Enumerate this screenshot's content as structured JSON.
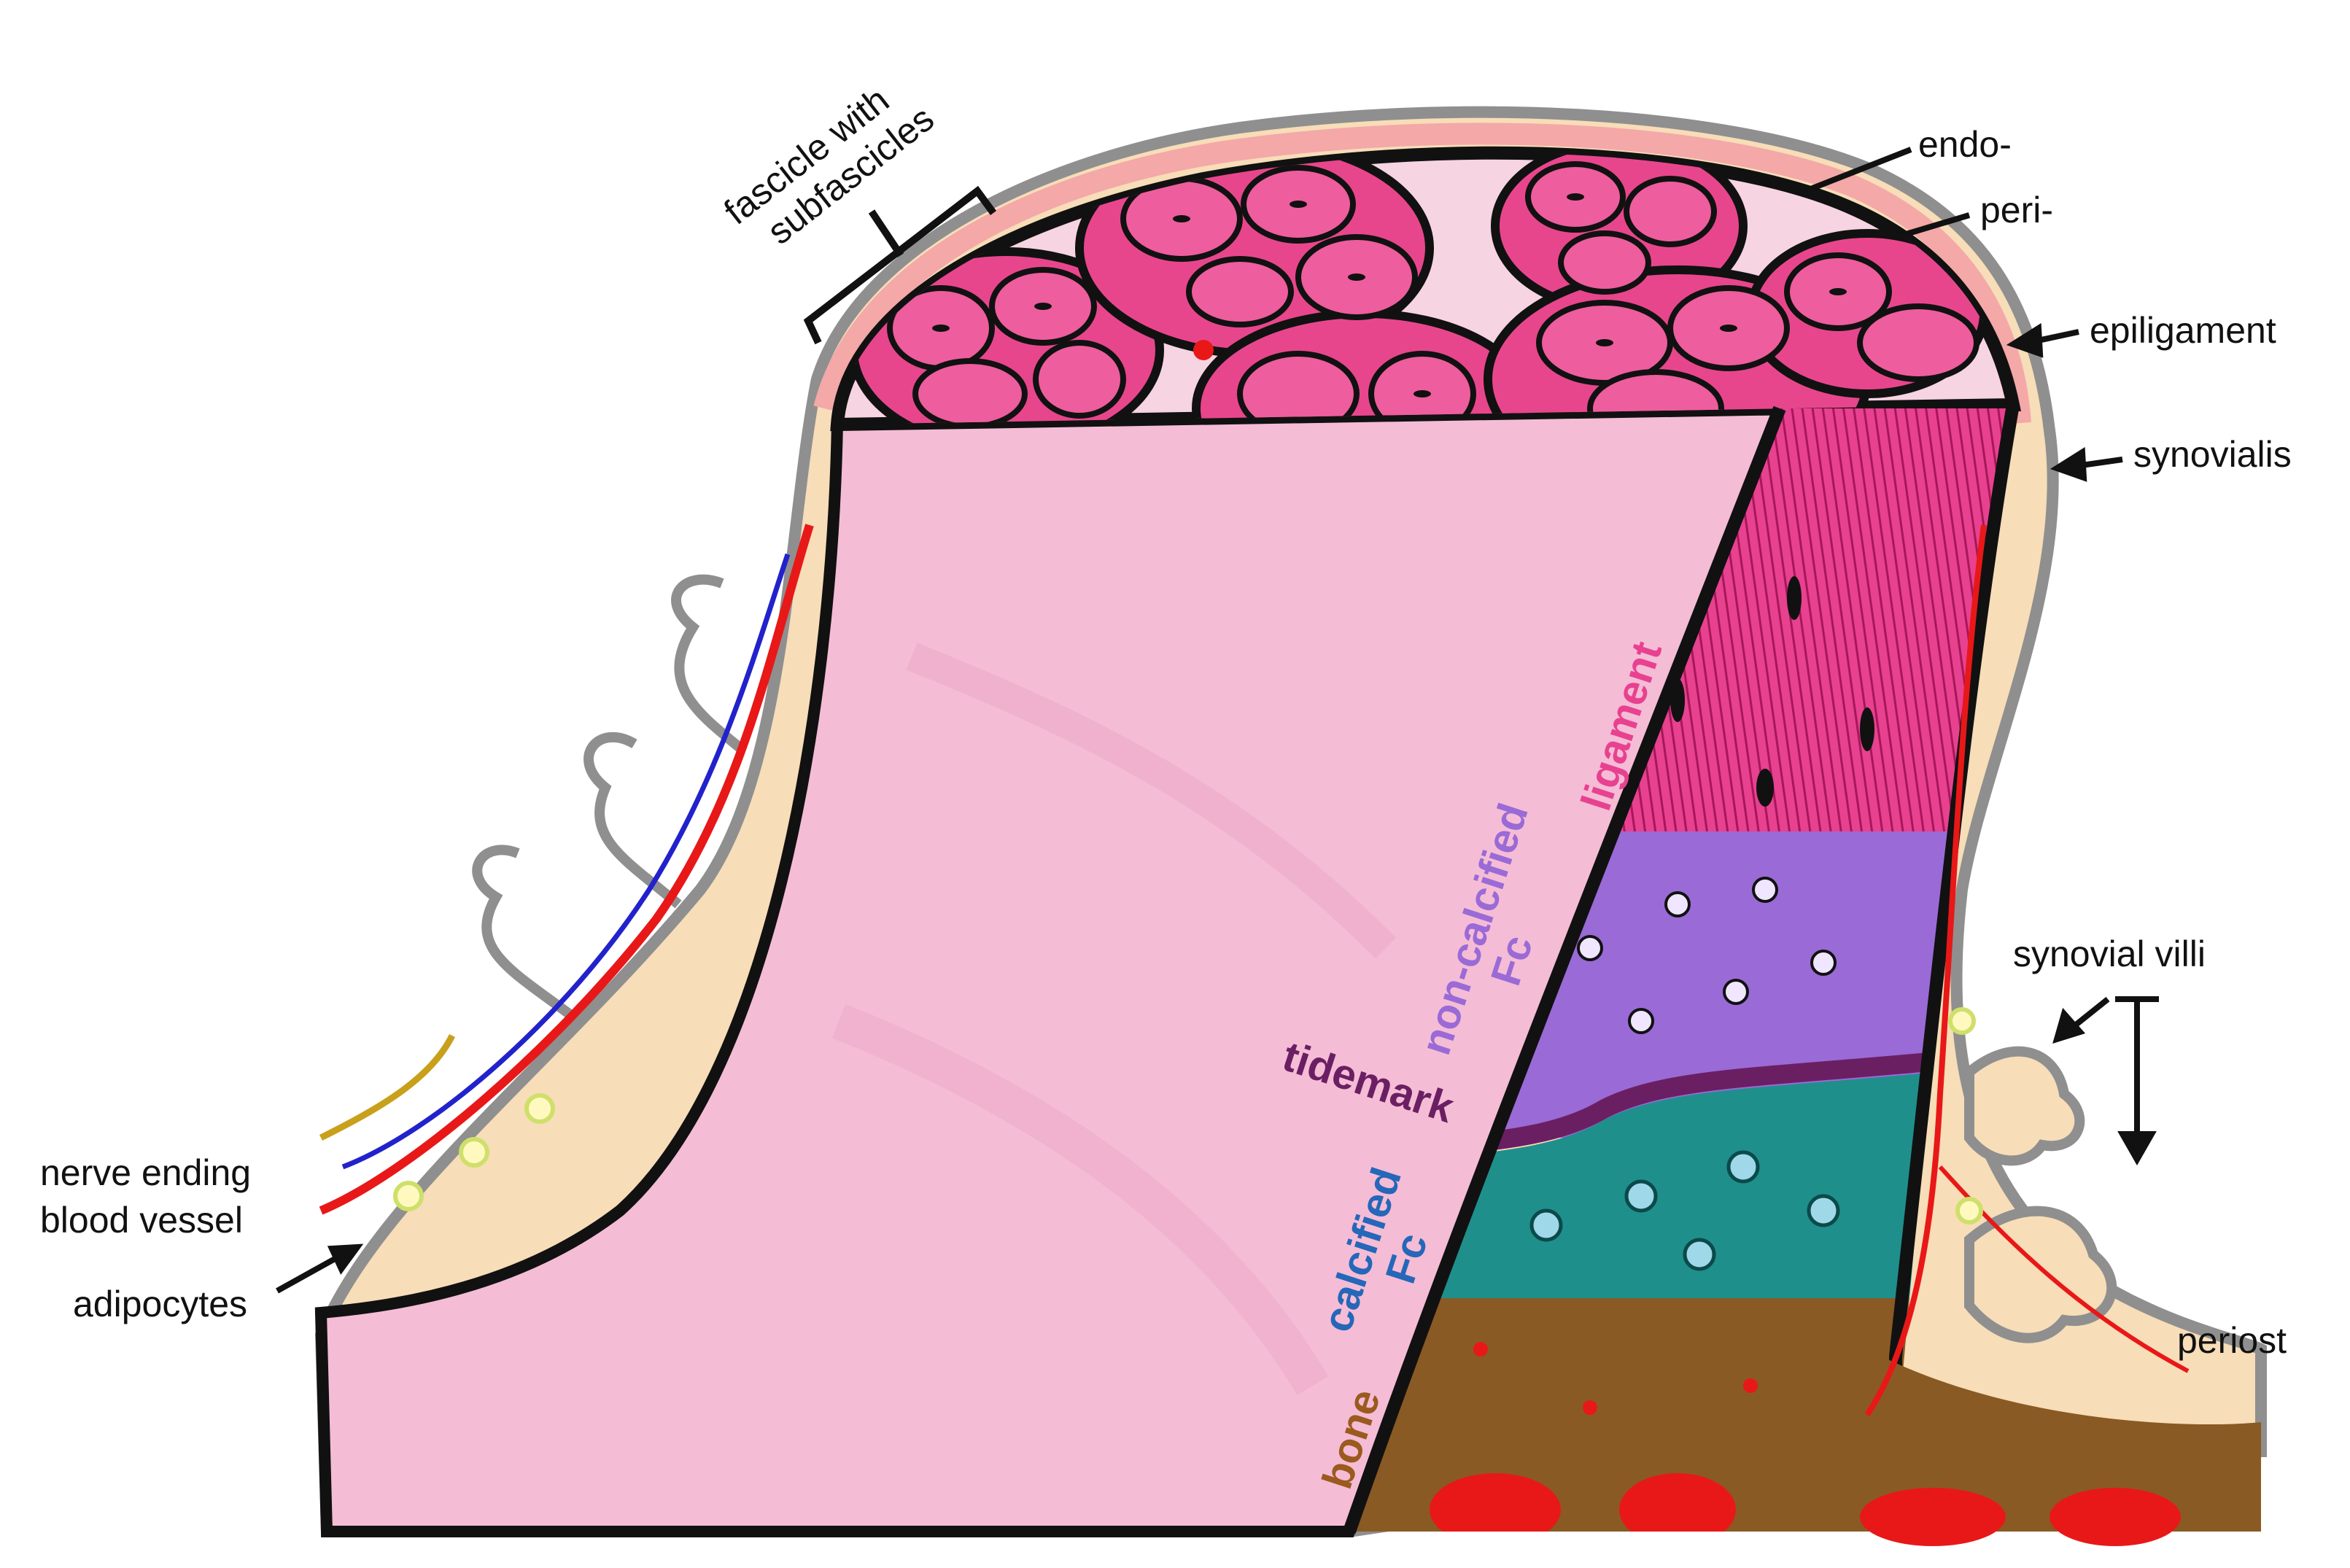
{
  "labels": {
    "fascicle_line1": "fascicle with",
    "fascicle_line2": "subfascicles",
    "endo": "endo-",
    "peri": "peri-",
    "epiligament": "epiligament",
    "synovialis": "synovialis",
    "synovial_villi": "synovial villi",
    "periost": "periost",
    "nerve_ending": "nerve ending",
    "blood_vessel": "blood vessel",
    "adipocytes": "adipocytes"
  },
  "zones": {
    "ligament": "ligament",
    "noncalcified_line1": "non-calcified",
    "noncalcified_line2": "Fc",
    "tidemark": "tidemark",
    "calcified_line1": "calcified",
    "calcified_line2": "Fc",
    "bone": "bone"
  },
  "colors": {
    "ligament": "#e8418f",
    "fibrocartilage": "#9a6ad6",
    "tidemark": "#6b1f63",
    "calcified": "#1f8f8c",
    "bone": "#8a5a24",
    "surface": "#f5bcd6",
    "fascicle": "#e8468c",
    "blood_vessel": "#e81818",
    "nerve": "#c9a01b",
    "vein": "#2222cc"
  }
}
